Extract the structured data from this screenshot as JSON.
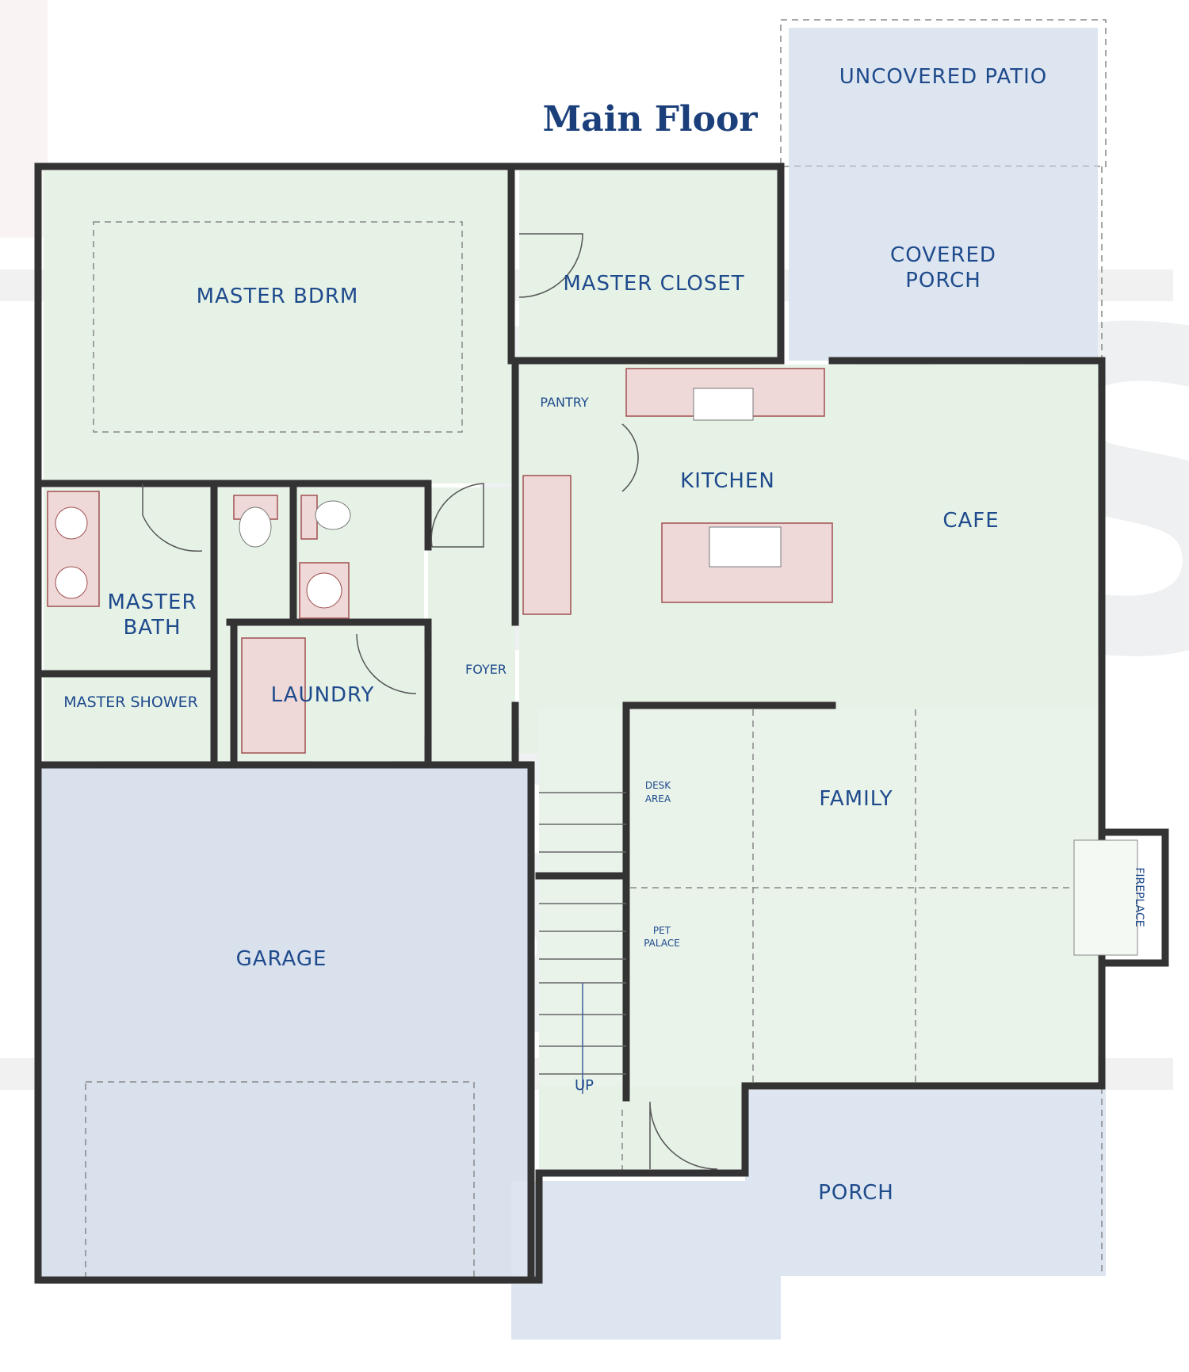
{
  "plan": {
    "title": "Main Floor",
    "colors": {
      "interior": "#e7f2e7",
      "exterior": "#dde5f0",
      "wall": "#333333",
      "label": "#1e4a8c",
      "title": "#1b3f7a",
      "fixture": "#eed8d8"
    },
    "rooms": {
      "uncovered_patio": "UNCOVERED PATIO",
      "covered_porch_line1": "COVERED",
      "covered_porch_line2": "PORCH",
      "master_bdrm": "MASTER BDRM",
      "master_closet": "MASTER CLOSET",
      "pantry": "PANTRY",
      "kitchen": "KITCHEN",
      "cafe": "CAFE",
      "master_bath_line1": "MASTER",
      "master_bath_line2": "BATH",
      "master_shower": "MASTER SHOWER",
      "laundry": "LAUNDRY",
      "foyer": "FOYER",
      "family": "FAMILY",
      "garage": "GARAGE",
      "porch": "PORCH",
      "fireplace": "FIREPLACE",
      "desk_area_line1": "DESK",
      "desk_area_line2": "AREA",
      "pet_palace_line1": "PET",
      "pet_palace_line2": "PALACE",
      "stairs_up": "UP"
    }
  }
}
